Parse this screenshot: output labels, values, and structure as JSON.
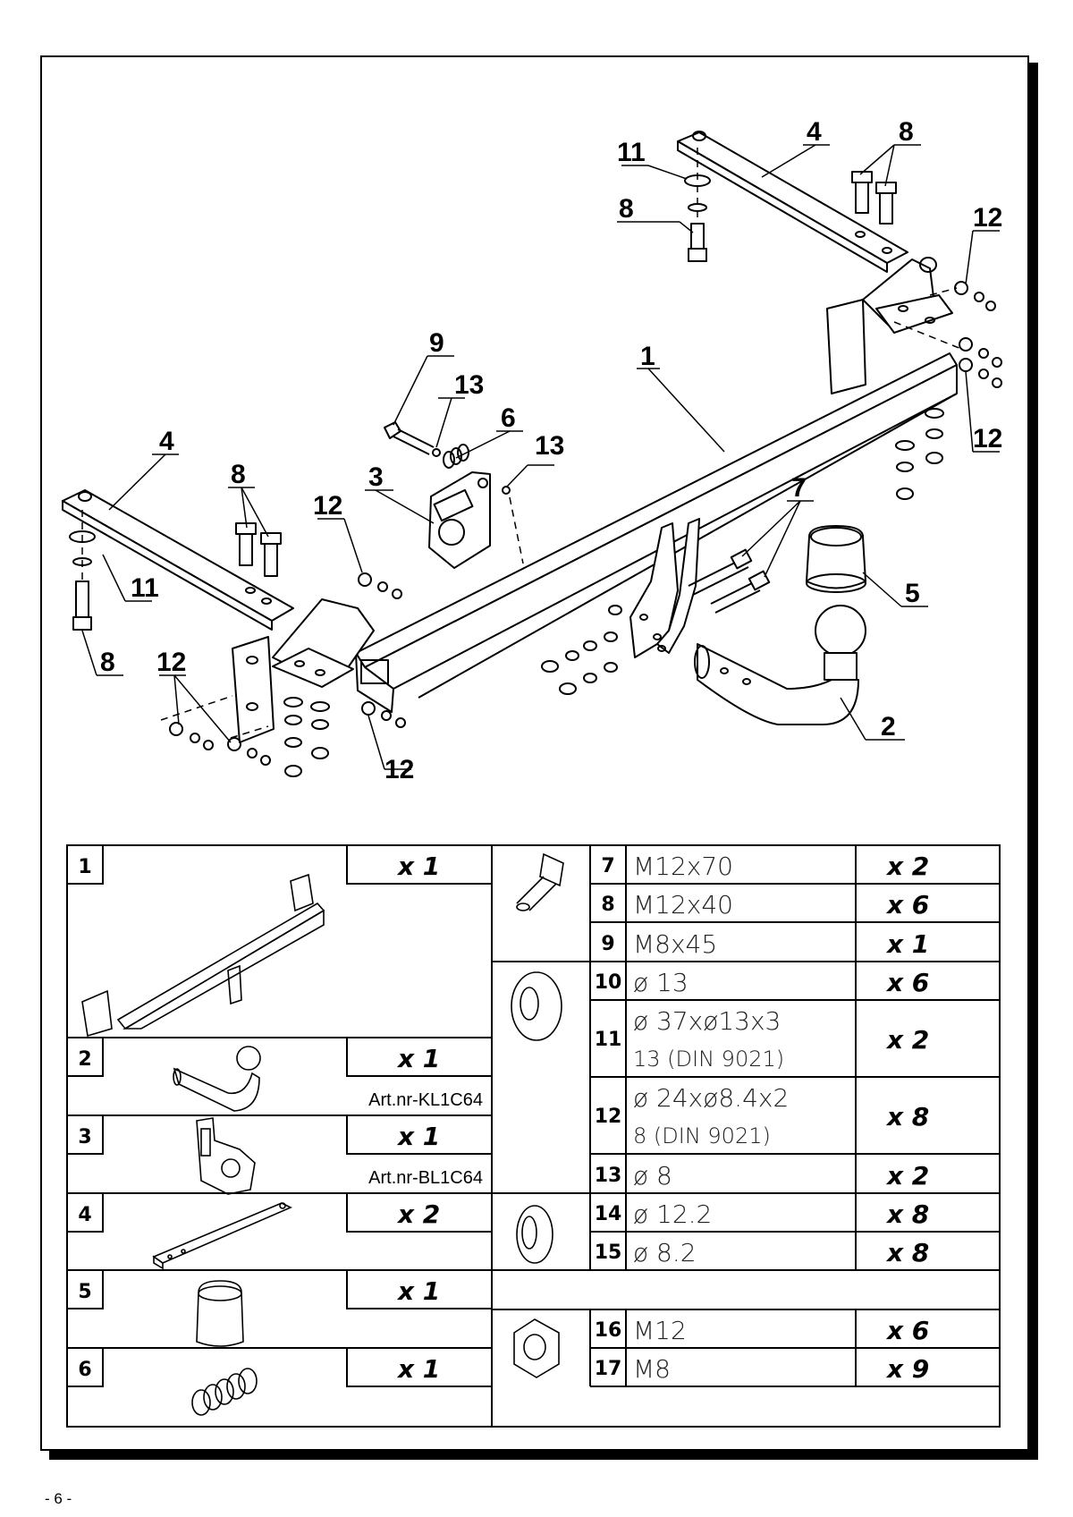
{
  "callouts": {
    "c1": "1",
    "c2": "2",
    "c3": "3",
    "c4a": "4",
    "c4b": "4",
    "c5": "5",
    "c6": "6",
    "c7": "7",
    "c8a": "8",
    "c8b": "8",
    "c8c": "8",
    "c8d": "8",
    "c9": "9",
    "c11a": "11",
    "c11b": "11",
    "c12a": "12",
    "c12b": "12",
    "c12c": "12",
    "c12d": "12",
    "c12e": "12",
    "c13a": "13",
    "c13b": "13"
  },
  "parts_left": [
    {
      "num": "1",
      "qty": "x 1",
      "art": ""
    },
    {
      "num": "2",
      "qty": "x 1",
      "art": "Art.nr-KL1C64"
    },
    {
      "num": "3",
      "qty": "x 1",
      "art": "Art.nr-BL1C64"
    },
    {
      "num": "4",
      "qty": "x 2",
      "art": ""
    },
    {
      "num": "5",
      "qty": "x 1",
      "art": ""
    },
    {
      "num": "6",
      "qty": "x 1",
      "art": ""
    }
  ],
  "parts_right": [
    {
      "num": "7",
      "spec": "M12x70",
      "spec2": "",
      "qty": "x 2"
    },
    {
      "num": "8",
      "spec": "M12x40",
      "spec2": "",
      "qty": "x 6"
    },
    {
      "num": "9",
      "spec": "M8x45",
      "spec2": "",
      "qty": "x 1"
    },
    {
      "num": "10",
      "spec": "ø 13",
      "spec2": "",
      "qty": "x 6"
    },
    {
      "num": "11",
      "spec": "ø 37xø13x3",
      "spec2": "13  (DIN 9021)",
      "qty": "x 2"
    },
    {
      "num": "12",
      "spec": "ø 24xø8.4x2",
      "spec2": "8  (DIN 9021)",
      "qty": "x 8"
    },
    {
      "num": "13",
      "spec": "ø 8",
      "spec2": "",
      "qty": "x 2"
    },
    {
      "num": "14",
      "spec": "ø 12.2",
      "spec2": "",
      "qty": "x 8"
    },
    {
      "num": "15",
      "spec": "ø 8.2",
      "spec2": "",
      "qty": "x 8"
    },
    {
      "num": "16",
      "spec": "M12",
      "spec2": "",
      "qty": "x 6"
    },
    {
      "num": "17",
      "spec": "M8",
      "spec2": "",
      "qty": "x 9"
    }
  ],
  "page_number": "- 6 -"
}
